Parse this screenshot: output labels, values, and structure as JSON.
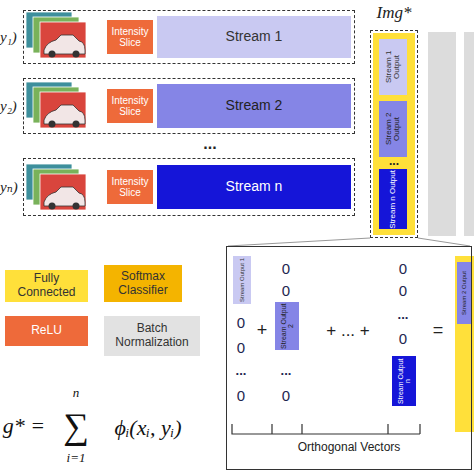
{
  "diagram": {
    "nodes": [
      {
        "text": [
          "y₁)"
        ]
      },
      {
        "text": [
          "Intensity Slice"
        ],
        "in": 0
      },
      {
        "text": [
          "Stream 1"
        ],
        "in": 0
      },
      {
        "text": [
          "y₂)"
        ]
      },
      {
        "text": [
          "Intensity Slice"
        ],
        "in": 3
      },
      {
        "text": [
          "Stream 2"
        ],
        "in": 3
      },
      {
        "text": [
          "yₙ)"
        ]
      },
      {
        "text": [
          "Intensity Slice"
        ],
        "in": 6
      },
      {
        "text": [
          "Stream n"
        ],
        "in": 6
      },
      {
        "text": [
          "Img*"
        ]
      },
      {
        "text": [
          "Stream 1 Output"
        ],
        "in": 9
      },
      {
        "text": [
          "Stream 2 Output"
        ],
        "in": 9
      },
      {
        "text": [
          "Stream n Output"
        ],
        "in": 9
      },
      {
        "text": [
          "Orthogonal Vectors"
        ]
      },
      {
        "text": [
          "Stream Output 1"
        ],
        "in": 13
      },
      {
        "text": [
          "Stream Output 2"
        ],
        "in": 13
      },
      {
        "text": [
          "Stream Output n"
        ],
        "in": 13
      },
      {
        "text": [
          "Stream 2 Output"
        ],
        "in": 13
      }
    ],
    "labels": [
      "...",
      "...",
      "0",
      "0",
      "...",
      "0",
      "+",
      "0",
      "0",
      "...",
      "0",
      "+ ... +",
      "0",
      "0",
      "...",
      "0",
      "=",
      "g* =",
      "n",
      "∑",
      "i=1",
      "ϕᵢ(xᵢ, yᵢ)"
    ],
    "legend": [
      {
        "text": "Fully Connected",
        "color": "#ffe03a"
      },
      {
        "text": "Softmax Classifier",
        "color": "#f4b400"
      },
      {
        "text": "ReLU",
        "color": "#ee6a3a"
      },
      {
        "text": "Batch Normalization",
        "color": "#e2e2e2"
      }
    ]
  }
}
